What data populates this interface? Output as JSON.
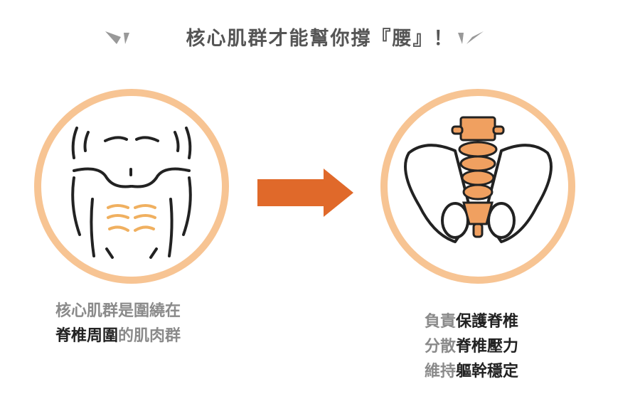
{
  "title": "核心肌群才能幫你撐『腰』！",
  "colors": {
    "circle": "#f7c493",
    "arrow": "#e0692a",
    "gray_text": "#8a8a8a",
    "dark_text": "#222222",
    "spine": "#f0a060"
  },
  "left_caption": {
    "line1": "核心肌群是圍繞在",
    "line2_bold": "脊椎周圍",
    "line2_rest": "的肌肉群"
  },
  "right_caption": [
    {
      "gray": "負責",
      "bold": "保護脊椎"
    },
    {
      "gray": "分散",
      "bold": "脊椎壓力"
    },
    {
      "gray": "維持",
      "bold": "軀幹穩定"
    }
  ]
}
